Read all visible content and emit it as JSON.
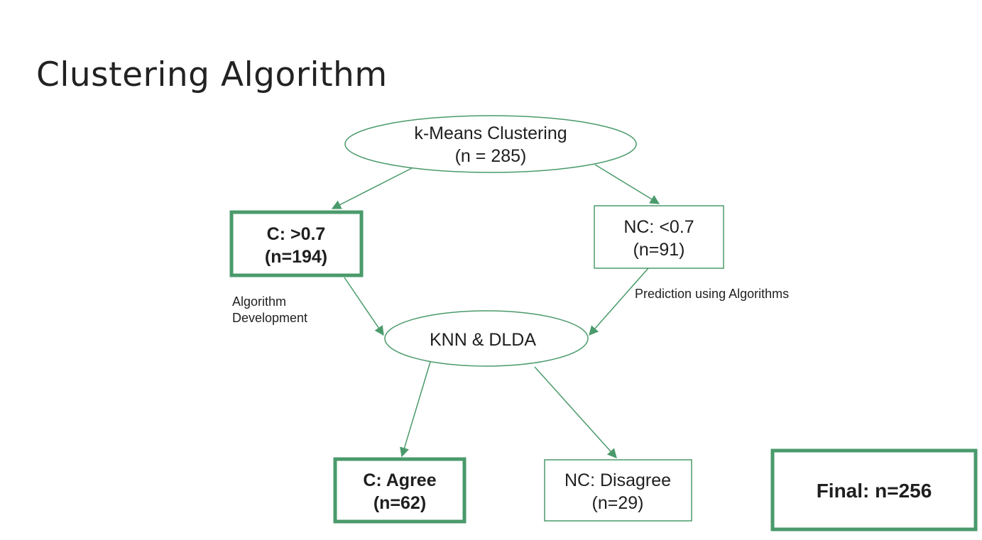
{
  "title": "Clustering Algorithm",
  "colors": {
    "accent": "#4a9a6b",
    "text": "#1f1f1f"
  },
  "nodes": {
    "kmeans": {
      "line1": "k-Means Clustering",
      "line2": "(n = 285)"
    },
    "c_high": {
      "line1": "C: >0.7",
      "line2": "(n=194)"
    },
    "nc_low": {
      "line1": "NC: <0.7",
      "line2": "(n=91)"
    },
    "knn": {
      "line1": "KNN & DLDA"
    },
    "c_agree": {
      "line1": "C: Agree",
      "line2": "(n=62)"
    },
    "nc_disagree": {
      "line1": "NC: Disagree",
      "line2": "(n=29)"
    },
    "final": {
      "line1": "Final: n=256"
    }
  },
  "edge_labels": {
    "algorithm_development": {
      "line1": "Algorithm",
      "line2": "Development"
    },
    "prediction": {
      "line1": "Prediction using Algorithms"
    }
  }
}
